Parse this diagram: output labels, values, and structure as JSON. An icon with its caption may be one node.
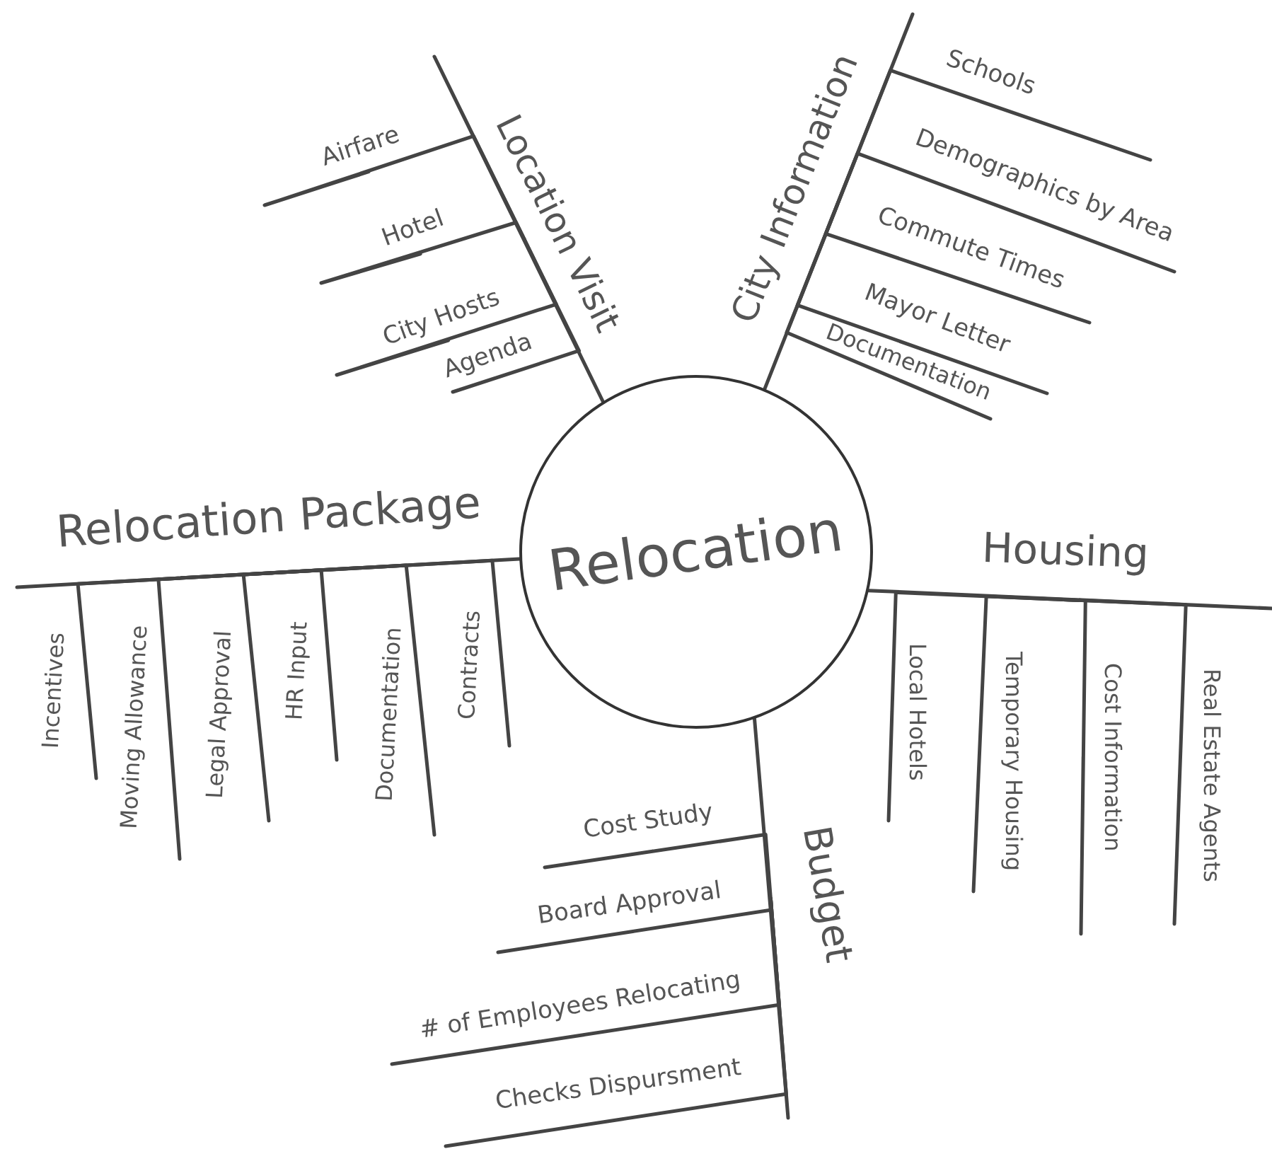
{
  "diagram": {
    "nodes": [
      {
        "text": [
          "Relocation"
        ]
      },
      {
        "text": [
          "Location Visit"
        ]
      },
      {
        "text": [
          "Airfare"
        ]
      },
      {
        "text": [
          "Hotel"
        ]
      },
      {
        "text": [
          "City Hosts"
        ]
      },
      {
        "text": [
          "Agenda"
        ]
      },
      {
        "text": [
          "City Information"
        ]
      },
      {
        "text": [
          "Schools"
        ]
      },
      {
        "text": [
          "Demographics by Area"
        ]
      },
      {
        "text": [
          "Commute Times"
        ]
      },
      {
        "text": [
          "Mayor Letter"
        ]
      },
      {
        "text": [
          "Documentation"
        ]
      },
      {
        "text": [
          "Relocation Package"
        ]
      },
      {
        "text": [
          "Incentives"
        ]
      },
      {
        "text": [
          "Moving Allowance"
        ]
      },
      {
        "text": [
          "Legal Approval"
        ]
      },
      {
        "text": [
          "HR Input"
        ]
      },
      {
        "text": [
          "Documentation"
        ]
      },
      {
        "text": [
          "Contracts"
        ]
      },
      {
        "text": [
          "Housing"
        ]
      },
      {
        "text": [
          "Local Hotels"
        ]
      },
      {
        "text": [
          "Temporary Housing"
        ]
      },
      {
        "text": [
          "Cost Information"
        ]
      },
      {
        "text": [
          "Real Estate Agents"
        ]
      },
      {
        "text": [
          "Budget"
        ]
      },
      {
        "text": [
          "Cost Study"
        ]
      },
      {
        "text": [
          "Board Approval"
        ]
      },
      {
        "text": [
          "# of Employees Relocating"
        ]
      },
      {
        "text": [
          "Checks Dispursment"
        ]
      }
    ],
    "edges": [
      {
        "from": 0,
        "to": 1,
        "arrow": "none"
      },
      {
        "from": 1,
        "to": 2,
        "arrow": "none"
      },
      {
        "from": 1,
        "to": 3,
        "arrow": "none"
      },
      {
        "from": 1,
        "to": 4,
        "arrow": "none"
      },
      {
        "from": 1,
        "to": 5,
        "arrow": "none"
      },
      {
        "from": 0,
        "to": 6,
        "arrow": "none"
      },
      {
        "from": 6,
        "to": 7,
        "arrow": "none"
      },
      {
        "from": 6,
        "to": 8,
        "arrow": "none"
      },
      {
        "from": 6,
        "to": 9,
        "arrow": "none"
      },
      {
        "from": 6,
        "to": 10,
        "arrow": "none"
      },
      {
        "from": 6,
        "to": 11,
        "arrow": "none"
      },
      {
        "from": 0,
        "to": 12,
        "arrow": "none"
      },
      {
        "from": 12,
        "to": 13,
        "arrow": "none"
      },
      {
        "from": 12,
        "to": 14,
        "arrow": "none"
      },
      {
        "from": 12,
        "to": 15,
        "arrow": "none"
      },
      {
        "from": 12,
        "to": 16,
        "arrow": "none"
      },
      {
        "from": 12,
        "to": 17,
        "arrow": "none"
      },
      {
        "from": 12,
        "to": 18,
        "arrow": "none"
      },
      {
        "from": 0,
        "to": 19,
        "arrow": "none"
      },
      {
        "from": 19,
        "to": 20,
        "arrow": "none"
      },
      {
        "from": 19,
        "to": 21,
        "arrow": "none"
      },
      {
        "from": 19,
        "to": 22,
        "arrow": "none"
      },
      {
        "from": 19,
        "to": 23,
        "arrow": "none"
      },
      {
        "from": 0,
        "to": 24,
        "arrow": "none"
      },
      {
        "from": 24,
        "to": 25,
        "arrow": "none"
      },
      {
        "from": 24,
        "to": 26,
        "arrow": "none"
      },
      {
        "from": 24,
        "to": 27,
        "arrow": "none"
      },
      {
        "from": 24,
        "to": 28,
        "arrow": "none"
      }
    ]
  }
}
